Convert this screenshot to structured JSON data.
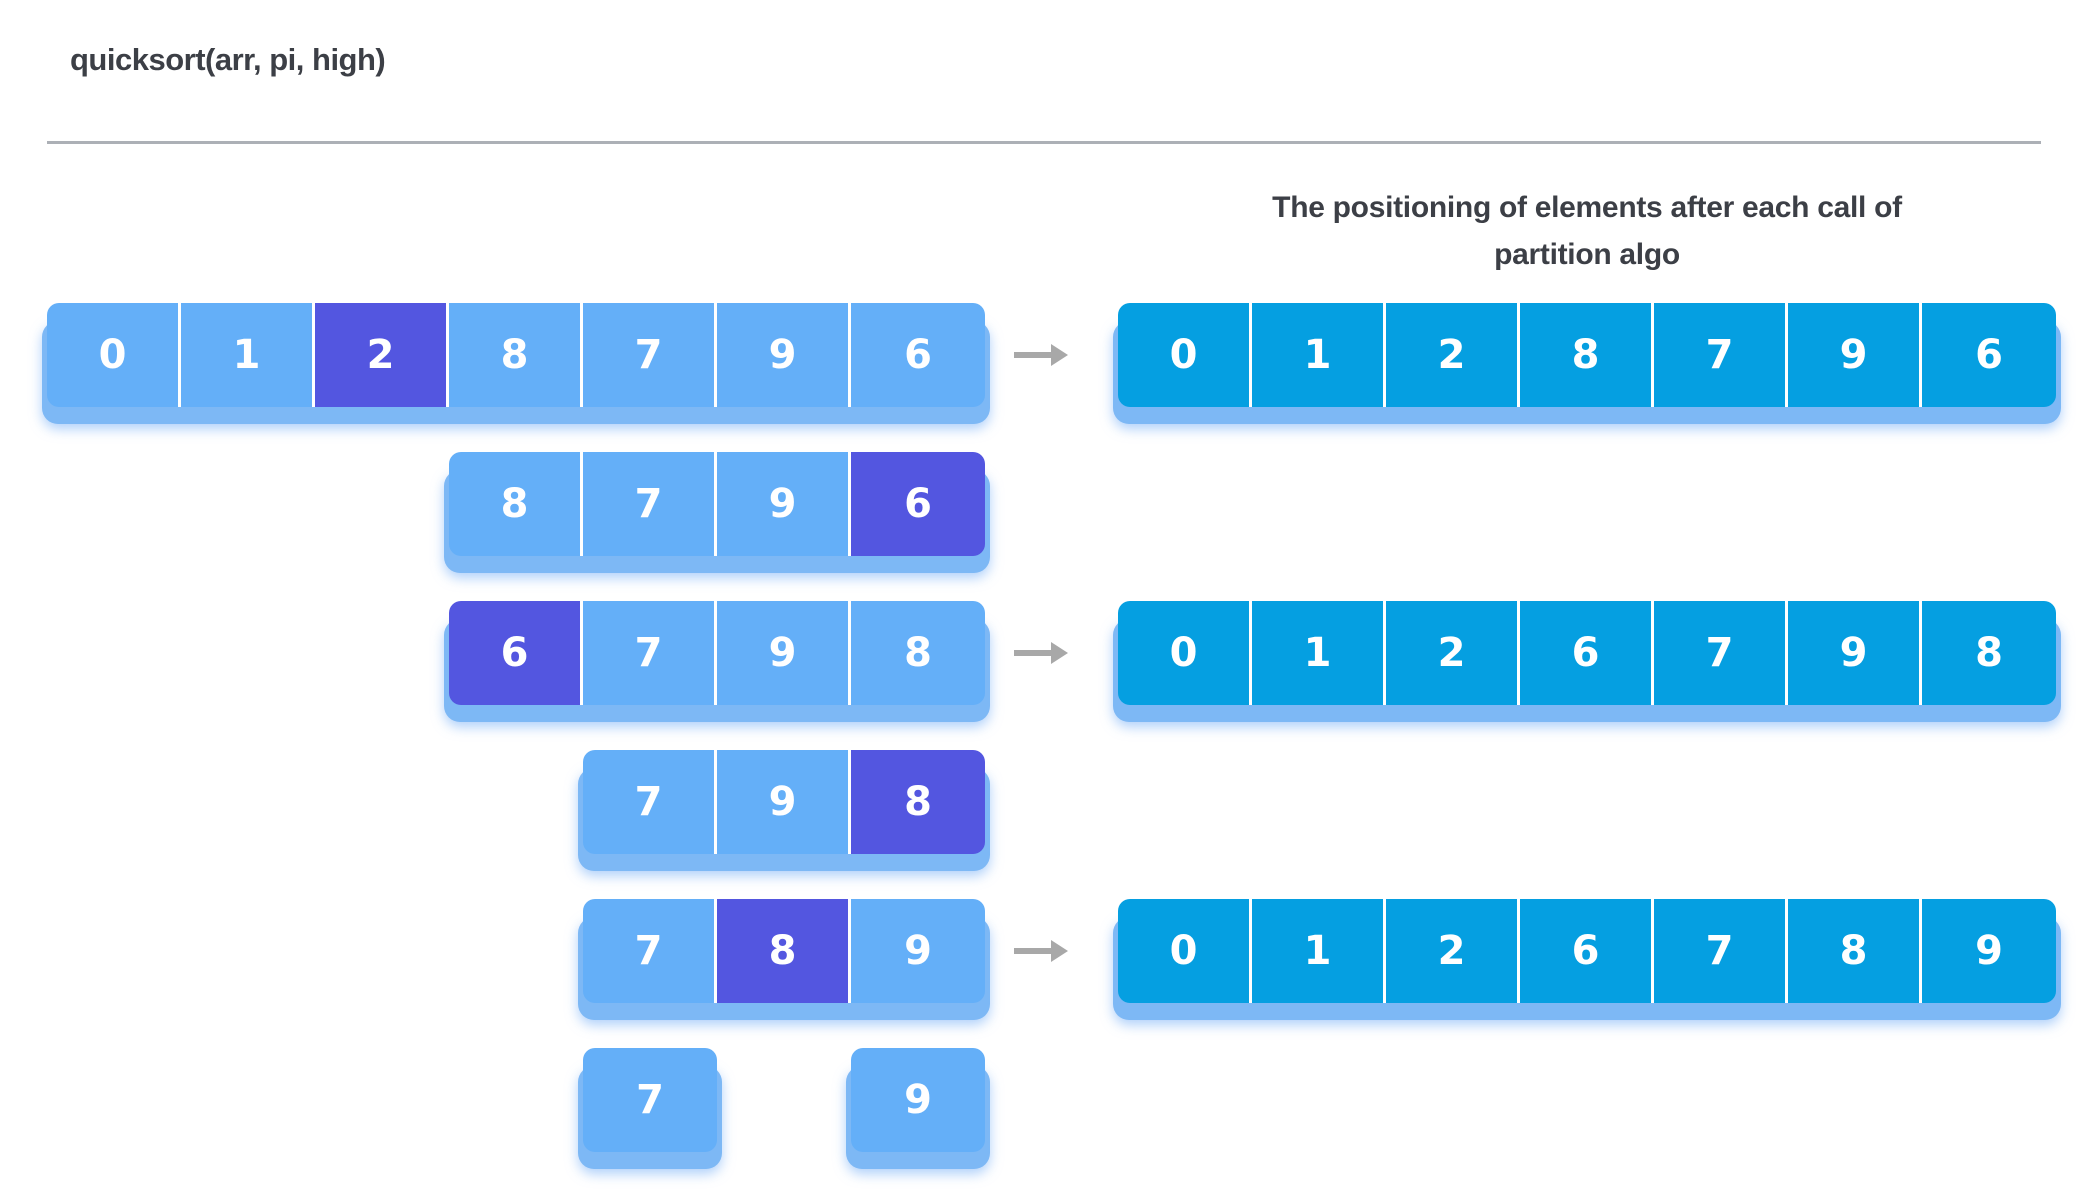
{
  "title": "quicksort(arr, pi, high)",
  "right_header": {
    "line1": "The positioning of elements after each call of",
    "line2": "partition algo"
  },
  "colors": {
    "cell_blue": "#64aff8",
    "cell_highlight_purple": "#5356e0",
    "cell_dark_blue": "#059fe1",
    "shadow_lip_blue": "#7db8f5",
    "cell_text": "#ffffff",
    "arrow_gray": "#a8a8a8",
    "divider_gray": "#acb0b6",
    "heading_text": "#3c3f46"
  },
  "rows": [
    {
      "left_arrays": [
        {
          "offset": 0,
          "values": [
            "0",
            "1",
            "2",
            "8",
            "7",
            "9",
            "6"
          ],
          "highlight": 2
        }
      ],
      "arrow": true,
      "right_array": {
        "values": [
          "0",
          "1",
          "2",
          "8",
          "7",
          "9",
          "6"
        ]
      }
    },
    {
      "left_arrays": [
        {
          "offset": 3,
          "values": [
            "8",
            "7",
            "9",
            "6"
          ],
          "highlight": 3
        }
      ],
      "arrow": false,
      "right_array": null
    },
    {
      "left_arrays": [
        {
          "offset": 3,
          "values": [
            "6",
            "7",
            "9",
            "8"
          ],
          "highlight": 0
        }
      ],
      "arrow": true,
      "right_array": {
        "values": [
          "0",
          "1",
          "2",
          "6",
          "7",
          "9",
          "8"
        ]
      }
    },
    {
      "left_arrays": [
        {
          "offset": 4,
          "values": [
            "7",
            "9",
            "8"
          ],
          "highlight": 2
        }
      ],
      "arrow": false,
      "right_array": null
    },
    {
      "left_arrays": [
        {
          "offset": 4,
          "values": [
            "7",
            "8",
            "9"
          ],
          "highlight": 1
        }
      ],
      "arrow": true,
      "right_array": {
        "values": [
          "0",
          "1",
          "2",
          "6",
          "7",
          "8",
          "9"
        ]
      }
    },
    {
      "left_arrays": [
        {
          "offset": 4,
          "values": [
            "7"
          ],
          "highlight": null
        },
        {
          "offset": 6,
          "values": [
            "9"
          ],
          "highlight": null
        }
      ],
      "arrow": false,
      "right_array": null
    }
  ]
}
